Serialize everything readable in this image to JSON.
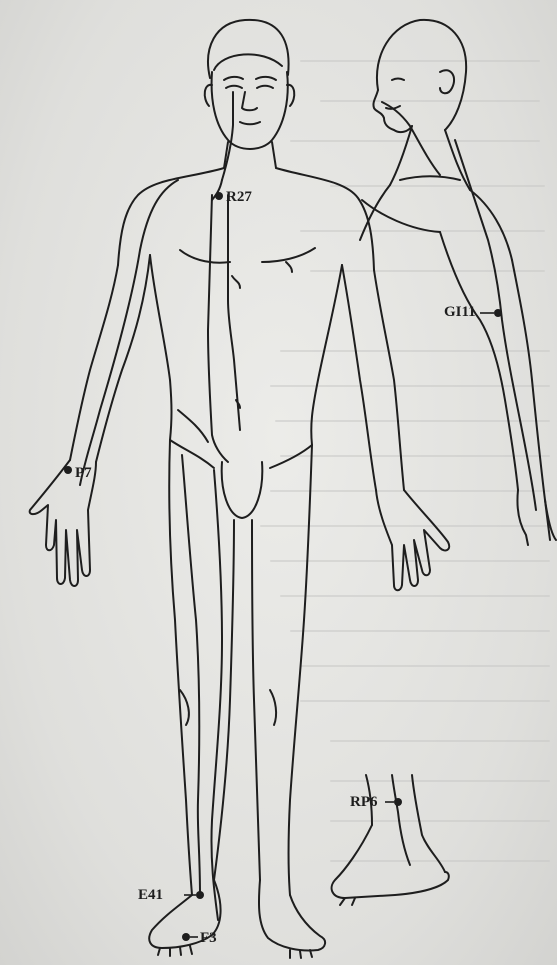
{
  "diagram": {
    "points": [
      {
        "id": "r27",
        "label": "R27"
      },
      {
        "id": "gi11",
        "label": "GI11"
      },
      {
        "id": "p7",
        "label": "P7"
      },
      {
        "id": "rp6",
        "label": "RP6"
      },
      {
        "id": "e41",
        "label": "E41"
      },
      {
        "id": "f3",
        "label": "F3"
      }
    ],
    "colors": {
      "ink": "#1e1e1e",
      "paper": "#e4e4e2",
      "show_through": "#c9c9c6"
    }
  }
}
